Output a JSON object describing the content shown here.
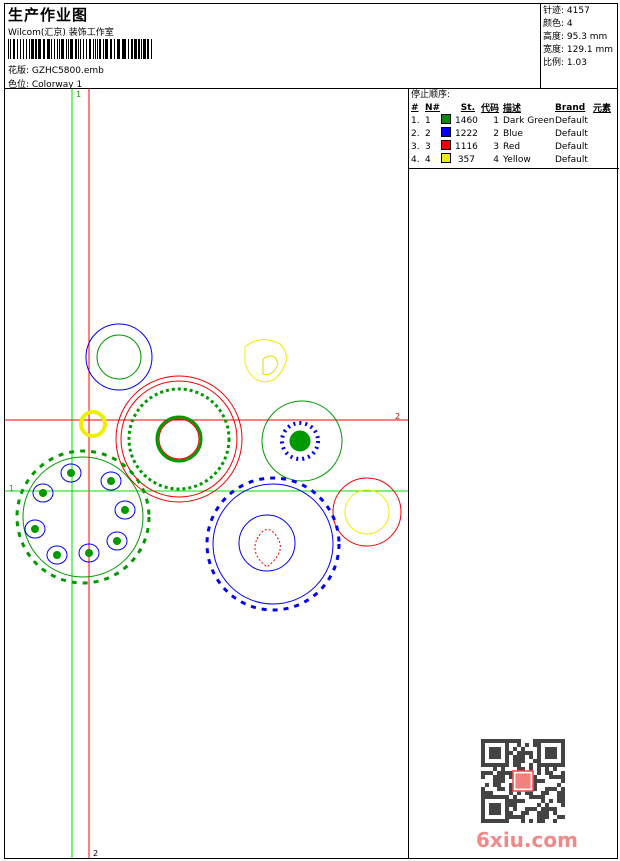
{
  "header": {
    "title": "生产作业图",
    "studio": "Wilcom(汇京) 装饰工作室",
    "design_file": "花版: GZHC5800.emb",
    "colorway": "色位: Colorway 1"
  },
  "stats": {
    "stitches": "针迹: 4157",
    "colors": "颜色: 4",
    "height": "高度: 95.3 mm",
    "width": "宽度: 129.1 mm",
    "scale": "比例: 1.03"
  },
  "color_table": {
    "title": "停止顺序:",
    "headers": [
      "#",
      "N#",
      "St.",
      "代码",
      "描述",
      "Brand",
      "元素"
    ],
    "rows": [
      {
        "idx": "1.",
        "n": "1",
        "color": "#0a8a0a",
        "st": "1460",
        "code": "1",
        "desc": "Dark Green",
        "brand": "Default"
      },
      {
        "idx": "2.",
        "n": "2",
        "color": "#0000ee",
        "st": "1222",
        "code": "2",
        "desc": "Blue",
        "brand": "Default"
      },
      {
        "idx": "3.",
        "n": "3",
        "color": "#ee0000",
        "st": "1116",
        "code": "3",
        "desc": "Red",
        "brand": "Default"
      },
      {
        "idx": "4.",
        "n": "4",
        "color": "#eeee00",
        "st": "357",
        "code": "4",
        "desc": "Yellow",
        "brand": "Default"
      }
    ]
  },
  "guides": {
    "v1": "1",
    "v2": "2",
    "h1": "1",
    "h2": "2"
  },
  "watermark": {
    "site": "6xiu.com"
  }
}
